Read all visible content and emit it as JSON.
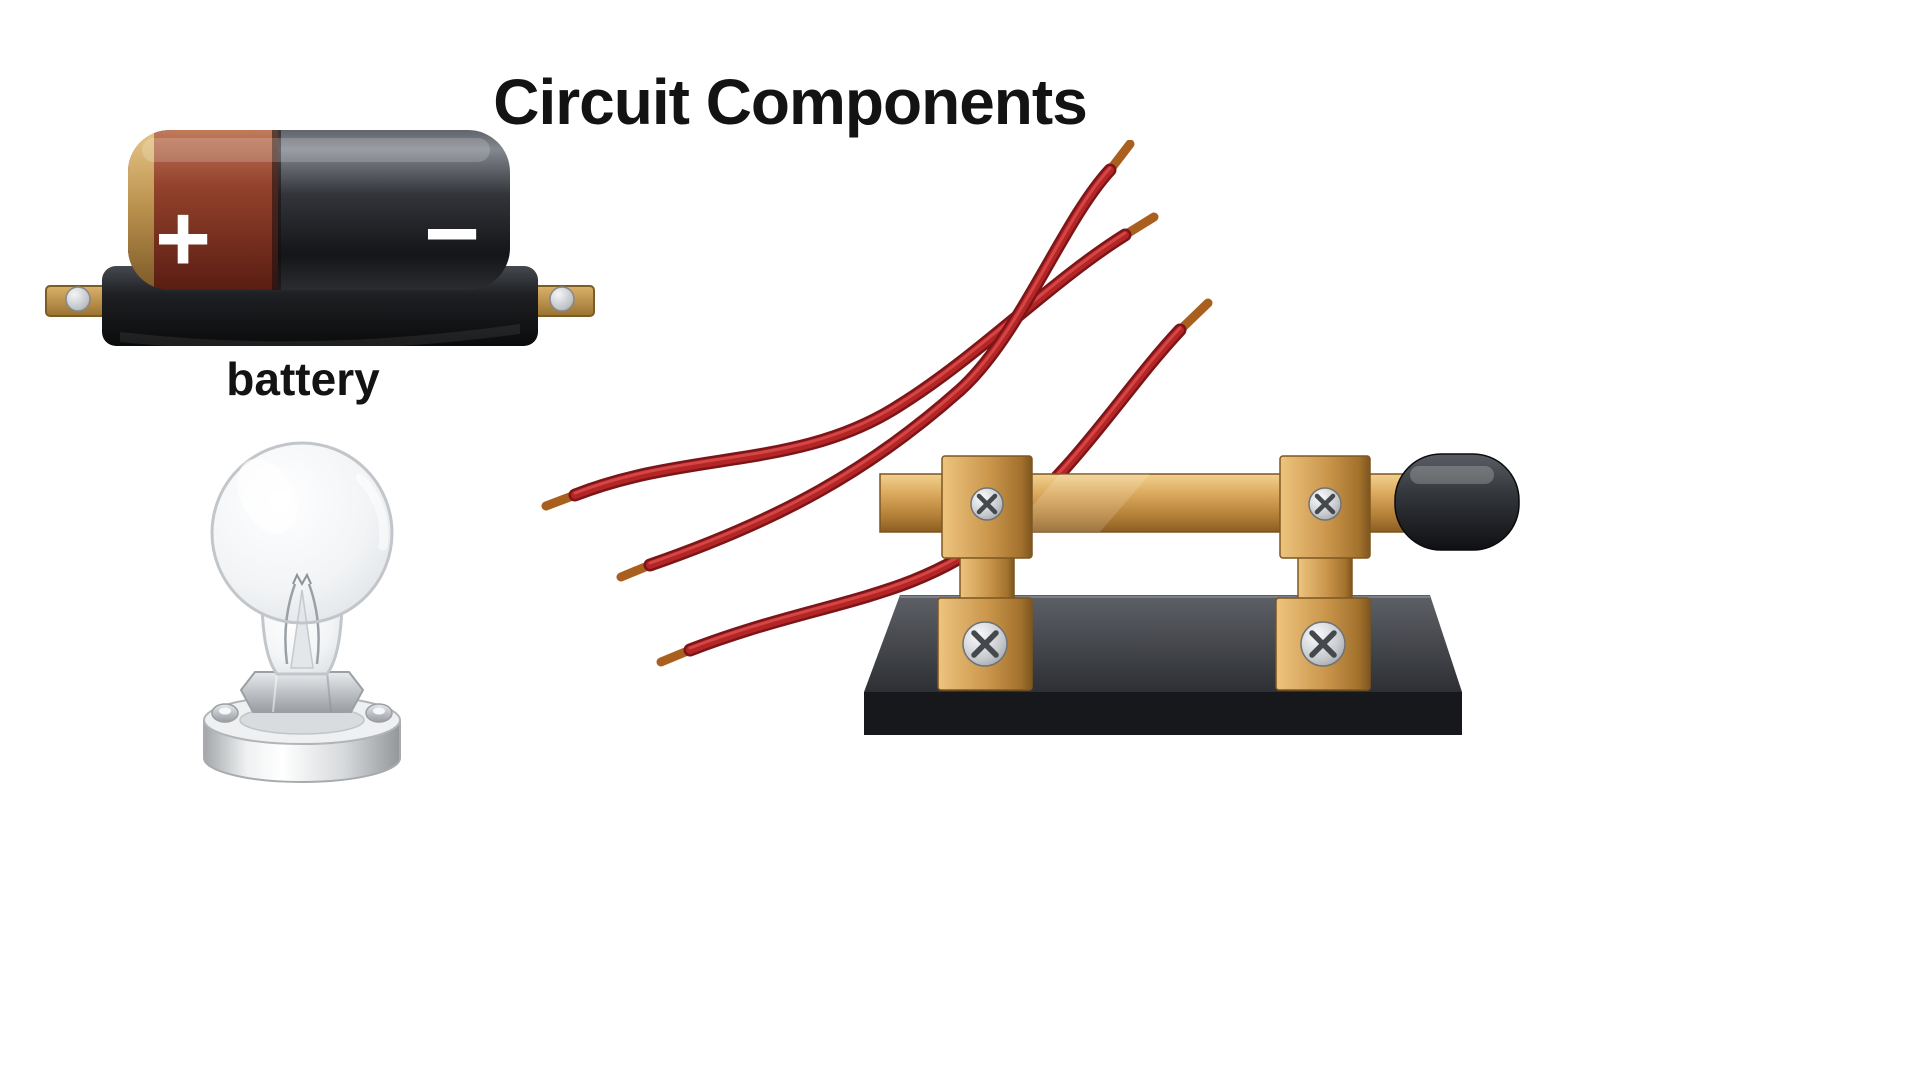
{
  "title": "Circuit Components",
  "battery": {
    "caption": "battery",
    "plus_symbol": "+",
    "minus_symbol": "−"
  },
  "figures": {
    "battery": "battery-in-holder",
    "bulb": "incandescent-light-bulb-in-socket",
    "wires": "three-red-connecting-wires",
    "switch": "knife-switch-on-black-base"
  },
  "colors": {
    "background": "#ffffff",
    "text": "#131313",
    "battery_body": "#232528",
    "battery_cap_maroon": "#8e3f2c",
    "battery_band_tan": "#c49a55",
    "wire_red": "#b42626",
    "wire_tip_copper": "#a9601f",
    "copper": "#c8944a",
    "metal_silver": "#c7cacd",
    "base_black": "#17181b"
  }
}
